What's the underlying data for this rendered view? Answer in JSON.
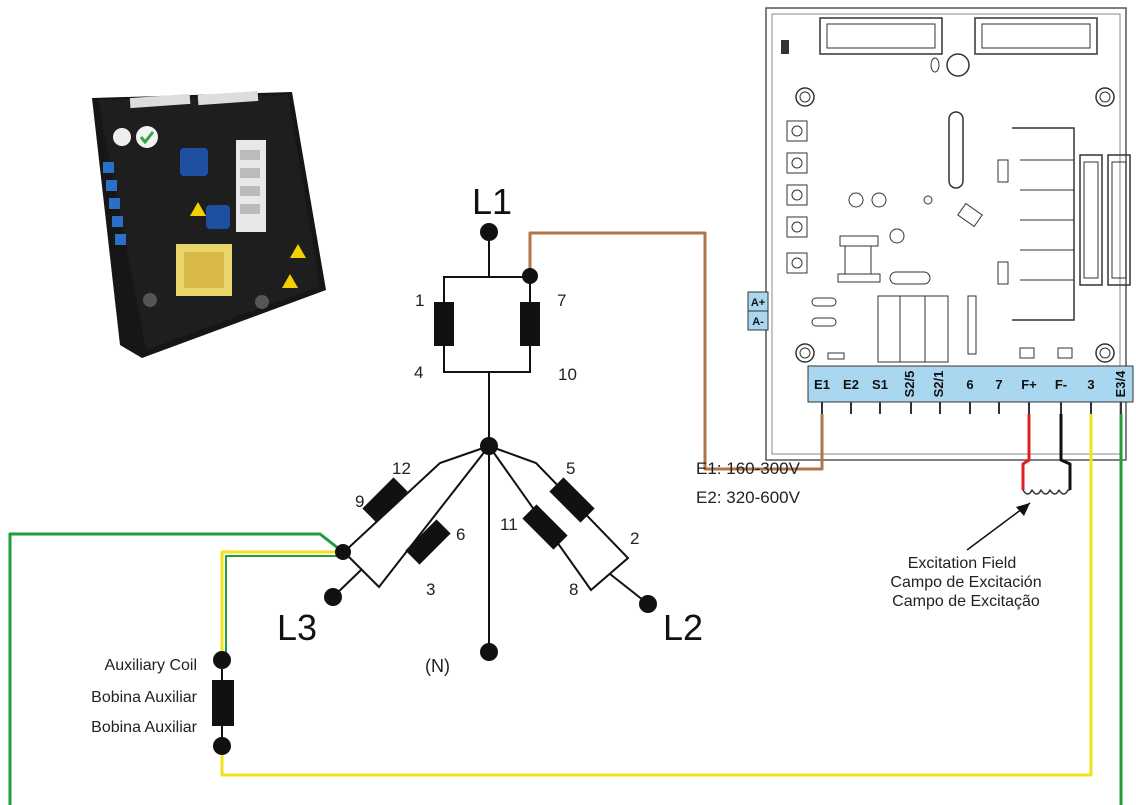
{
  "phases": {
    "l1": "L1",
    "l2": "L2",
    "l3": "L3",
    "neutral": "(N)"
  },
  "winding_numbers": {
    "t1": "1",
    "t4": "4",
    "t7": "7",
    "t10": "10",
    "t12": "12",
    "t9": "9",
    "t6": "6",
    "t3": "3",
    "t5": "5",
    "t11": "11",
    "t2": "2",
    "t8": "8"
  },
  "sensing_notes": {
    "e1": "E1: 160-300V",
    "e2": "E2: 320-600V"
  },
  "auxiliary_coil": {
    "en": "Auxiliary Coil",
    "es": "Bobina Auxiliar",
    "pt": "Bobina Auxiliar"
  },
  "excitation_field": {
    "en": "Excitation Field",
    "es": "Campo de Excitación",
    "pt": "Campo de Excitação"
  },
  "avr_terminals": {
    "e1": "E1",
    "e2": "E2",
    "s1": "S1",
    "s25": "S2/5",
    "s21": "S2/1",
    "t6": "6",
    "t7": "7",
    "fplus": "F+",
    "fminus": "F-",
    "t3": "3",
    "e34": "E3/4"
  },
  "analog_port": {
    "aplus": "A+",
    "aminus": "A-"
  },
  "colors": {
    "sensing_wire": "#b0764a",
    "green_wire": "#1f9d3a",
    "yellow_wire": "#f2e21a",
    "field_plus": "#e02020",
    "field_minus": "#111111",
    "terminal_block": "#a9d7f0",
    "winding": "#111111"
  }
}
